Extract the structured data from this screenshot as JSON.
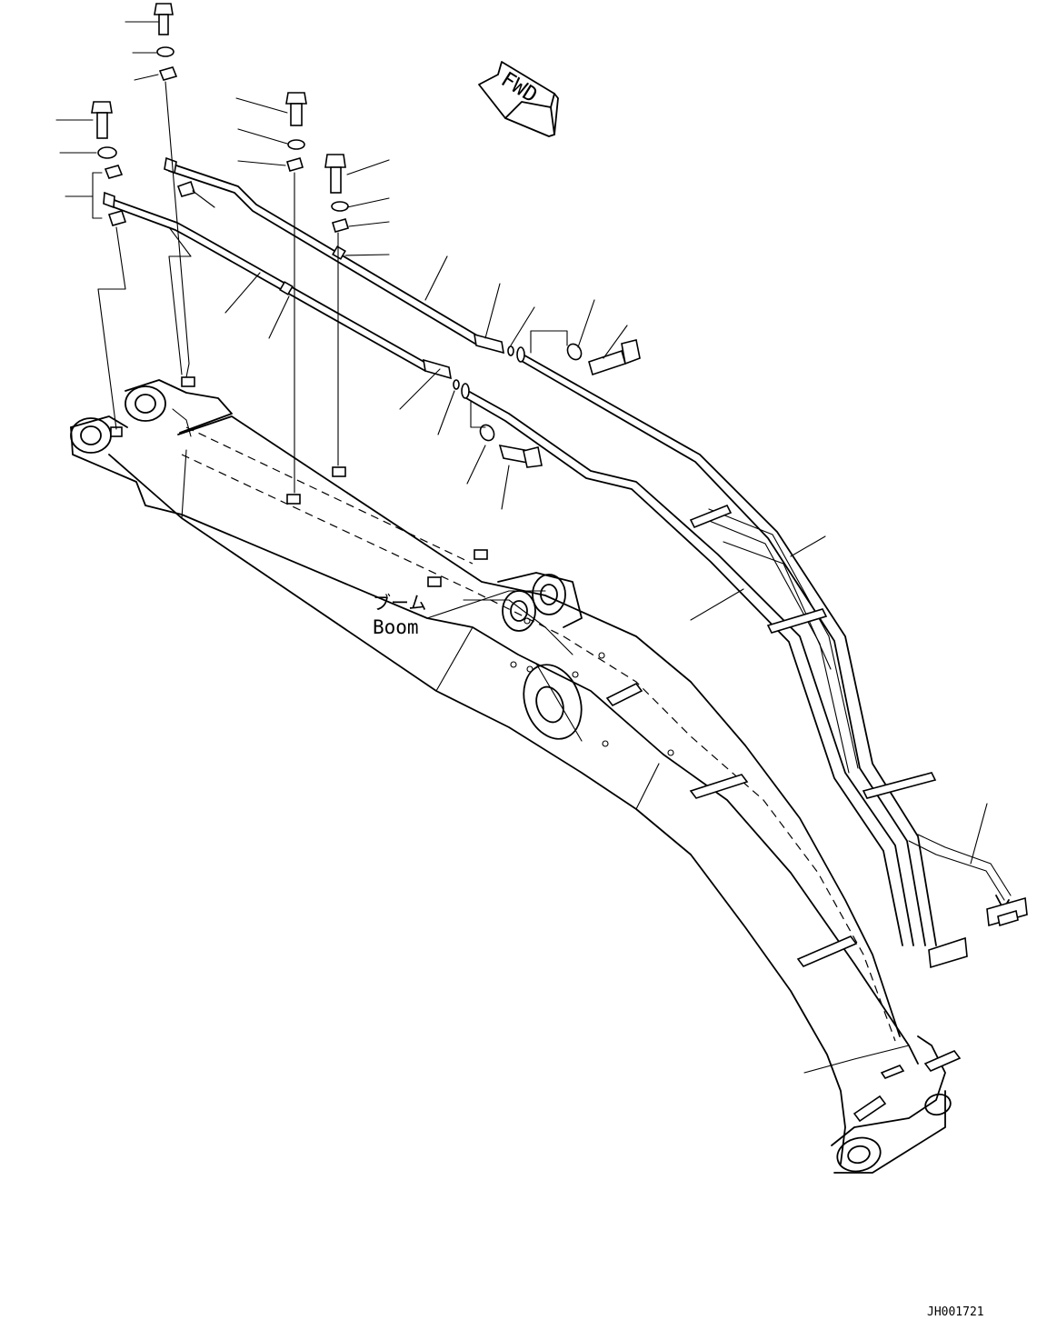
{
  "fwd_label": "FWD",
  "boom_label_jp": "ブーム",
  "boom_label_en": "Boom",
  "drawing_code": "JH001721",
  "icons": [
    "fwd-arrow-icon",
    "bolt-icon",
    "washer-icon",
    "clamp-icon",
    "o-ring-icon"
  ]
}
